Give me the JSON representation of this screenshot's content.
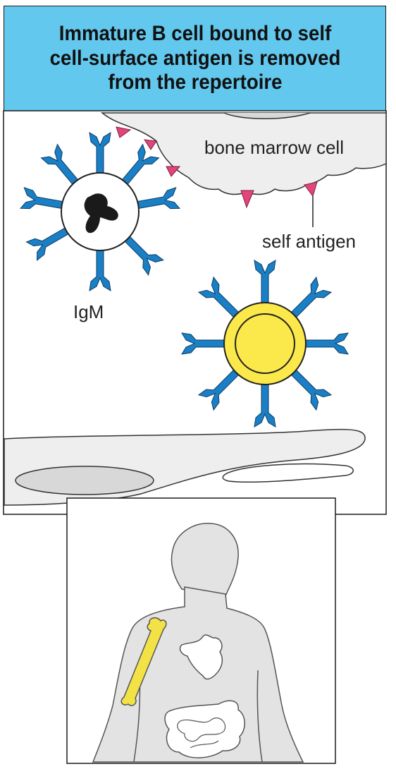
{
  "title": "Immature B cell bound to self cell-surface antigen is removed from the repertoire",
  "labels": {
    "bone_marrow_cell": "bone marrow cell",
    "self_antigen": "self antigen",
    "igm": "IgM"
  },
  "colors": {
    "title_bg": "#63c8ee",
    "antibody": "#1a7fc4",
    "antigen": "#e2457a",
    "apoptotic_cell": "#fbe84a",
    "stroma": "#eeeeee",
    "body": "#e3e3e3",
    "bone": "#f3e246"
  }
}
